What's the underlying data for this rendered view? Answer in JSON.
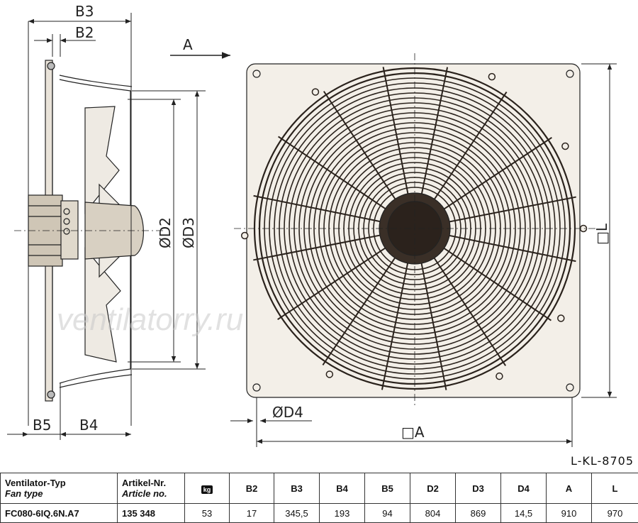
{
  "dimensions": {
    "B3": "B3",
    "B2": "B2",
    "A_arrow": "A",
    "D2": "ØD2",
    "D3": "ØD3",
    "B5": "B5",
    "B4": "B4",
    "D4": "ØD4",
    "A_bottom": "□A",
    "L": "□L"
  },
  "watermark": "ventilatorry.ru",
  "drawing_id": "L-KL-8705",
  "table": {
    "headers": {
      "fan_type_de": "Ventilator-Typ",
      "fan_type_en": "Fan type",
      "article_de": "Artikel-Nr.",
      "article_en": "Article no.",
      "weight_icon": "kg",
      "B2": "B2",
      "B3": "B3",
      "B4": "B4",
      "B5": "B5",
      "D2": "D2",
      "D3": "D3",
      "D4": "D4",
      "A": "A",
      "L": "L"
    },
    "row": {
      "fan_type": "FC080-6IQ.6N.A7",
      "article": "135 348",
      "weight": "53",
      "B2": "17",
      "B3": "345,5",
      "B4": "193",
      "B5": "94",
      "D2": "804",
      "D3": "869",
      "D4": "14,5",
      "A": "910",
      "L": "970"
    }
  }
}
